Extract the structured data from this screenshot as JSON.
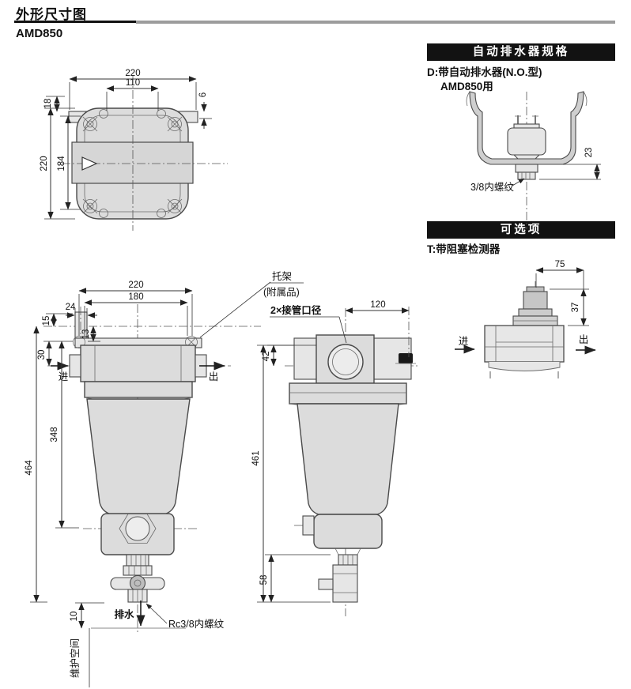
{
  "page": {
    "title": "外形尺寸图",
    "model": "AMD850"
  },
  "top_view": {
    "dim_width": "220",
    "dim_width_inner": "110",
    "dim_left_top": "18",
    "dim_right_top": "6",
    "dim_height": "220",
    "dim_height_inner": "184"
  },
  "front_view": {
    "dim_width": "220",
    "dim_width_inner": "180",
    "dim_24": "24",
    "dim_15": "15",
    "dim_13": "13",
    "dim_30": "30",
    "dim_348": "348",
    "dim_464": "464",
    "dim_10": "10",
    "label_in": "进",
    "label_out": "出",
    "bracket_line1": "托架",
    "bracket_line2": "(附属品)",
    "label_drain": "排水",
    "label_thread": "Rc3/8内螺纹",
    "label_space": "维护空间"
  },
  "side_view": {
    "label_port": "2×接管口径",
    "dim_120": "120",
    "dim_42": "42",
    "dim_461": "461",
    "dim_58": "58"
  },
  "auto_drain_panel": {
    "header": "自动排水器规格",
    "desc_line1": "D:带自动排水器(N.O.型)",
    "desc_line2": "AMD850用",
    "dim_23": "23",
    "label_thread": "3/8内螺纹"
  },
  "options_panel": {
    "header": "可选项",
    "desc_line1": "T:带阻塞检测器",
    "dim_75": "75",
    "dim_37": "37",
    "label_in": "进",
    "label_out": "出"
  }
}
